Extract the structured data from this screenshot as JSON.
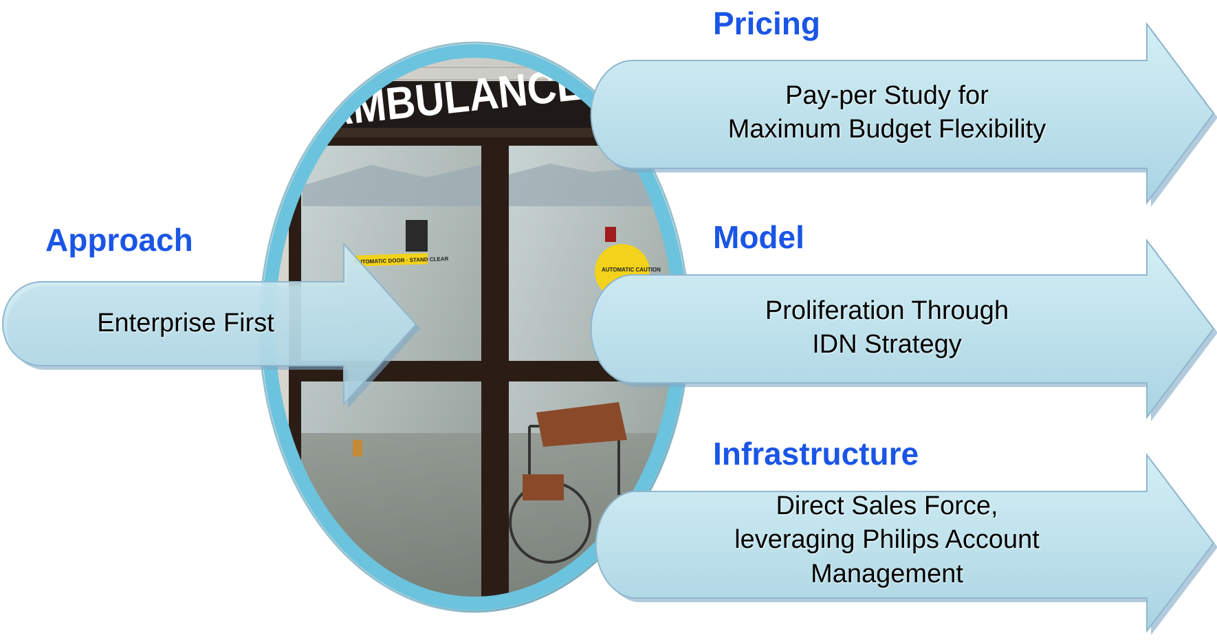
{
  "colors": {
    "heading": "#1a55e6",
    "arrow_fill": "#bfe2ec",
    "arrow_edge": "#7fa9c4",
    "circle_ring": "#6cc3dd"
  },
  "approach": {
    "heading": "Approach",
    "text": "Enterprise First"
  },
  "pricing": {
    "heading": "Pricing",
    "lines": [
      "Pay-per Study for",
      "Maximum Budget Flexibility"
    ]
  },
  "model": {
    "heading": "Model",
    "lines": [
      "Proliferation Through",
      "IDN Strategy"
    ]
  },
  "infrastructure": {
    "heading": "Infrastructure",
    "lines": [
      "Direct Sales Force,",
      "leveraging Philips Account",
      "Management"
    ]
  },
  "photo": {
    "sign_text": "AMBULANCE",
    "door_sticker": "AUTOMATIC DOOR · STAND CLEAR",
    "caution_badge": "AUTOMATIC CAUTION"
  }
}
